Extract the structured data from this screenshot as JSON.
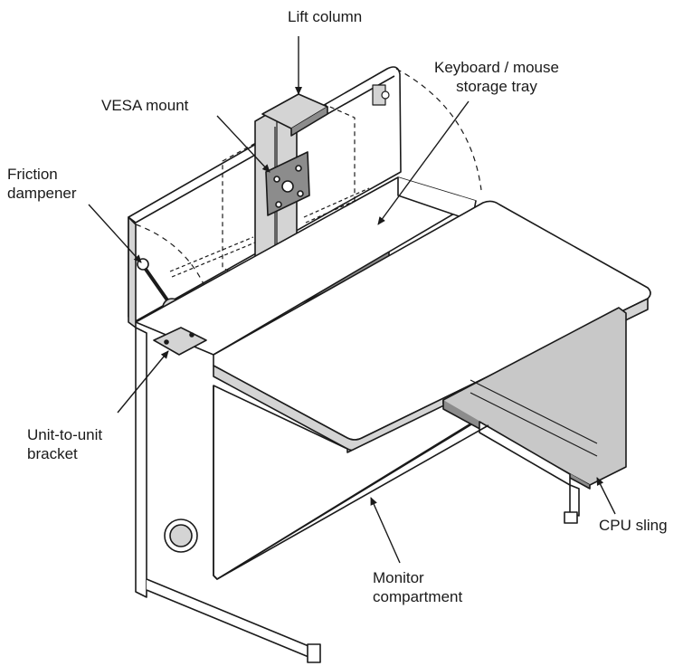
{
  "labels": {
    "lift_column": "Lift column",
    "keyboard_tray_line1": "Keyboard / mouse",
    "keyboard_tray_line2": "storage tray",
    "vesa_mount": "VESA mount",
    "friction_line1": "Friction",
    "friction_line2": "dampener",
    "bracket_line1": "Unit-to-unit",
    "bracket_line2": "bracket",
    "cpu_sling": "CPU sling",
    "monitor_line1": "Monitor",
    "monitor_line2": "compartment"
  },
  "colors": {
    "line": "#1a1a1a",
    "panel_light": "#ffffff",
    "panel_gray": "#d4d4d4",
    "panel_dark": "#8c8c8c",
    "sling_gray": "#c8c8c8"
  }
}
